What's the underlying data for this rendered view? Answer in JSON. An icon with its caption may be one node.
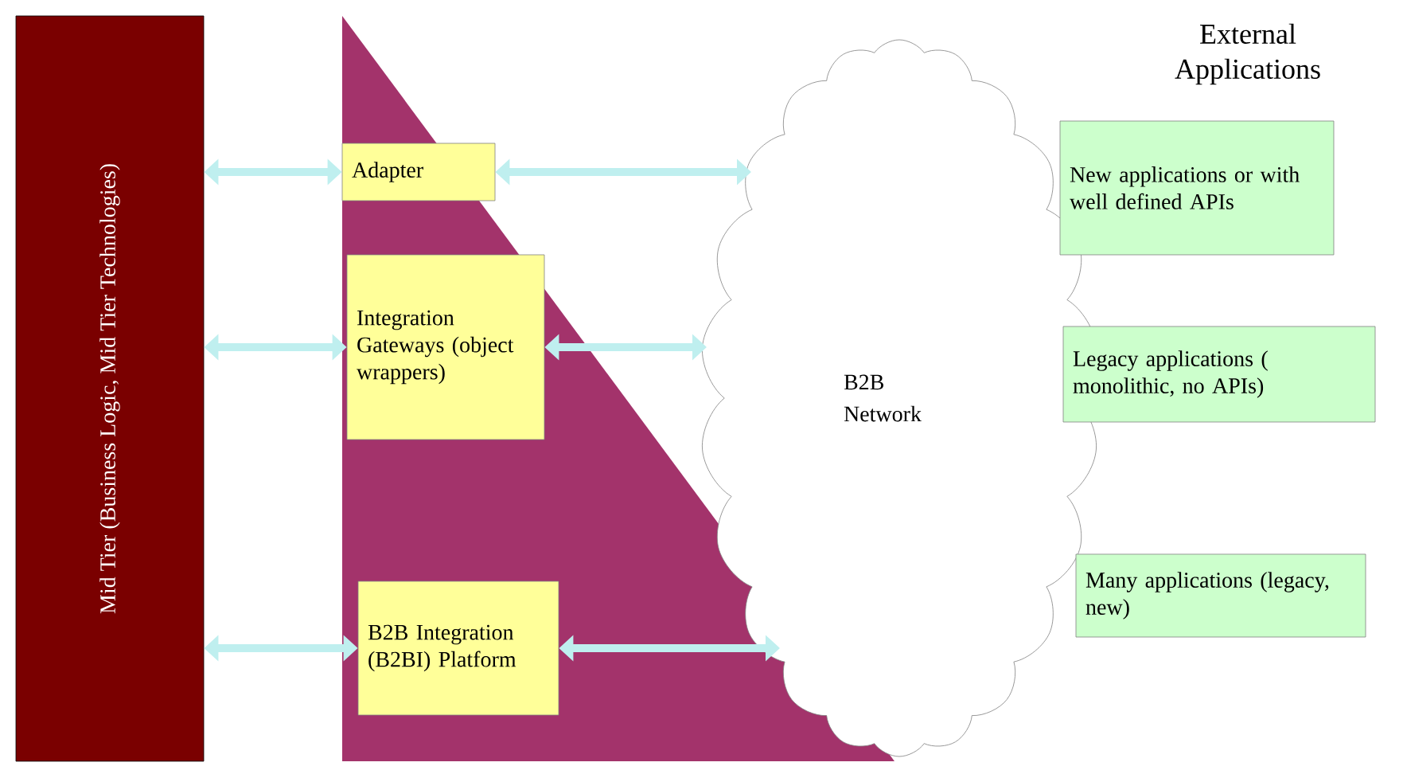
{
  "diagram": {
    "title": "External Applications",
    "nodes": [
      {
        "text": [
          "Mid Tier (Business Logic, Mid Tier Technologies)"
        ]
      },
      {
        "text": [
          "Adapter"
        ]
      },
      {
        "text": [
          "Integration Gateways (object wrappers)"
        ]
      },
      {
        "text": [
          "B2B Integration (B2BI) Platform"
        ]
      },
      {
        "text": [
          "B2B Network"
        ]
      },
      {
        "text": [
          "New applications or with well defined APIs"
        ]
      },
      {
        "text": [
          "Legacy applications ( monolithic, no APIs)"
        ]
      },
      {
        "text": [
          "Many applications (legacy, new)"
        ]
      }
    ],
    "edges": [
      {
        "from": 0,
        "to": 1,
        "arrow": "both"
      },
      {
        "from": 0,
        "to": 2,
        "arrow": "both"
      },
      {
        "from": 0,
        "to": 3,
        "arrow": "both"
      },
      {
        "from": 1,
        "to": 4,
        "arrow": "both"
      },
      {
        "from": 2,
        "to": 4,
        "arrow": "both"
      },
      {
        "from": 3,
        "to": 4,
        "arrow": "both"
      }
    ]
  }
}
